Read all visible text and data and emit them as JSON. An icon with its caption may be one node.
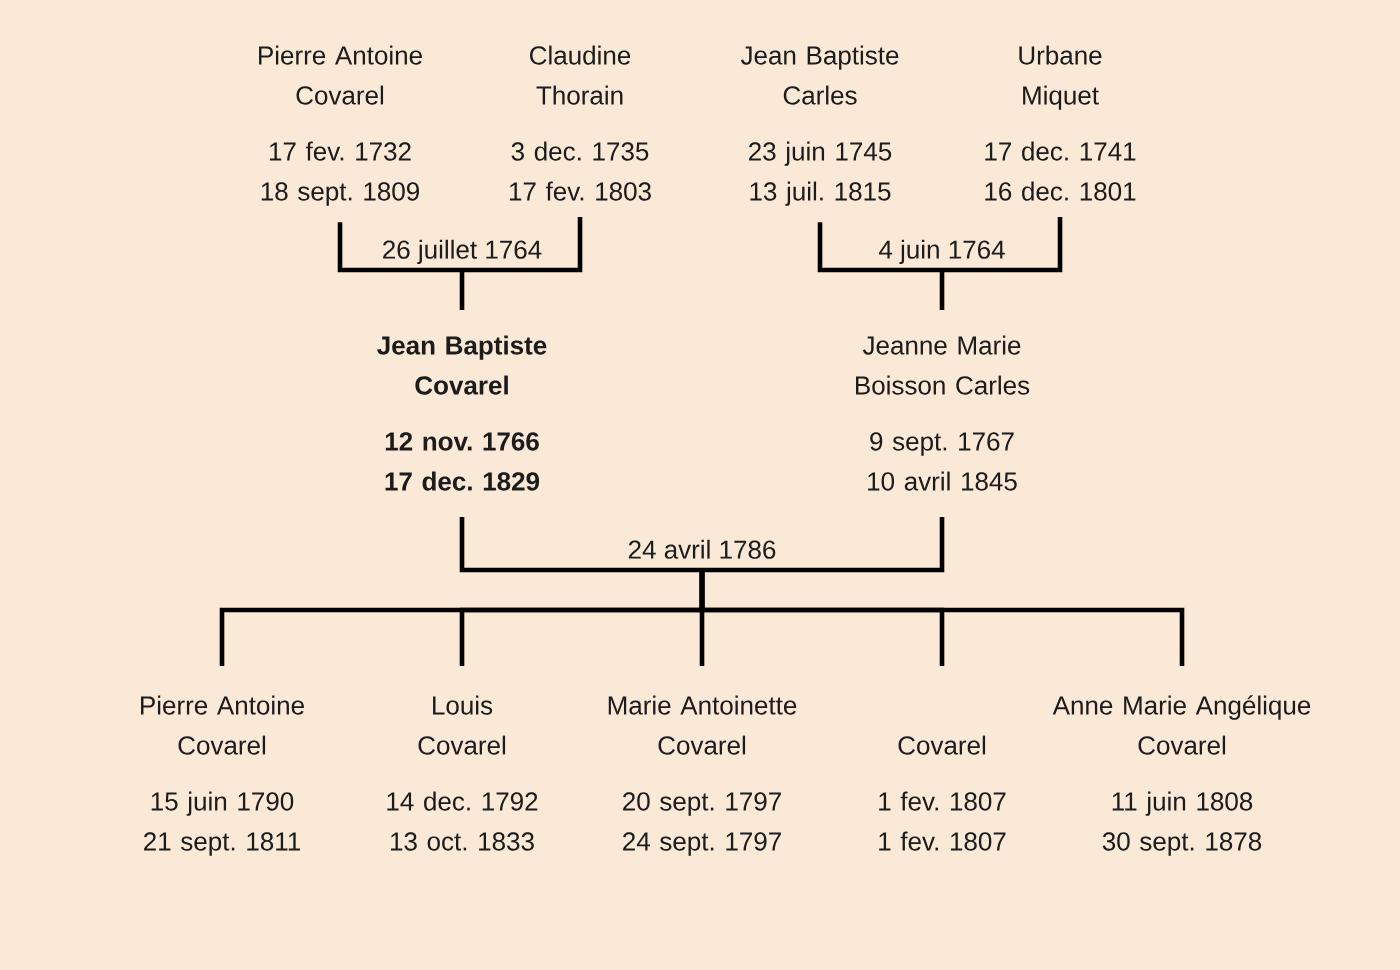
{
  "diagram": {
    "nodes": [
      {
        "text": [
          "Pierre Antoine Covarel",
          "17 fev. 1732",
          "18 sept. 1809"
        ]
      },
      {
        "text": [
          "Claudine Thorain",
          "3 dec. 1735",
          "17 fev. 1803"
        ]
      },
      {
        "text": [
          "Jean Baptiste Carles",
          "23 juin 1745",
          "13 juil. 1815"
        ]
      },
      {
        "text": [
          "Urbane Miquet",
          "17 dec. 1741",
          "16 dec. 1801"
        ]
      },
      {
        "text": [
          "26 juillet 1764"
        ]
      },
      {
        "text": [
          "4 juin 1764"
        ]
      },
      {
        "text": [
          "Jean Baptiste Covarel",
          "12 nov. 1766",
          "17 dec. 1829"
        ]
      },
      {
        "text": [
          "Jeanne Marie Boisson Carles",
          "9 sept. 1767",
          "10 avril 1845"
        ]
      },
      {
        "text": [
          "24 avril 1786"
        ]
      },
      {
        "text": [
          "Pierre Antoine Covarel",
          "15 juin 1790",
          "21 sept. 1811"
        ]
      },
      {
        "text": [
          "Louis Covarel",
          "14 dec. 1792",
          "13 oct. 1833"
        ]
      },
      {
        "text": [
          "Marie Antoinette Covarel",
          "20 sept. 1797",
          "24 sept. 1797"
        ]
      },
      {
        "text": [
          "Covarel",
          "1 fev. 1807",
          "1 fev. 1807"
        ]
      },
      {
        "text": [
          "Anne Marie Angélique Covarel",
          "11 juin 1808",
          "30 sept. 1878"
        ]
      }
    ],
    "edges": [
      {
        "from": 0,
        "to": 4,
        "arrow": "none"
      },
      {
        "from": 1,
        "to": 4,
        "arrow": "none"
      },
      {
        "from": 4,
        "to": 6,
        "arrow": "none"
      },
      {
        "from": 2,
        "to": 5,
        "arrow": "none"
      },
      {
        "from": 3,
        "to": 5,
        "arrow": "none"
      },
      {
        "from": 5,
        "to": 7,
        "arrow": "none"
      },
      {
        "from": 6,
        "to": 8,
        "arrow": "none"
      },
      {
        "from": 7,
        "to": 8,
        "arrow": "none"
      },
      {
        "from": 8,
        "to": 9,
        "arrow": "none"
      },
      {
        "from": 8,
        "to": 10,
        "arrow": "none"
      },
      {
        "from": 8,
        "to": 11,
        "arrow": "none"
      },
      {
        "from": 8,
        "to": 12,
        "arrow": "none"
      },
      {
        "from": 8,
        "to": 13,
        "arrow": "none"
      }
    ]
  }
}
